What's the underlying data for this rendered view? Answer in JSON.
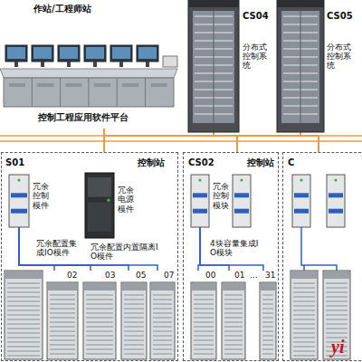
{
  "diagram": {
    "nodes": [
      {
        "text": [
          "作站/工程师站",
          "控制工程应用软件平台"
        ]
      },
      {
        "text": [
          "CS04",
          "分布式控制系统"
        ]
      },
      {
        "text": [
          "CS05",
          "分布式控制系统"
        ]
      },
      {
        "text": [
          "S01",
          "控制站"
        ]
      },
      {
        "text": [
          "冗余控制模件"
        ],
        "in": 3
      },
      {
        "text": [
          "冗余电源模件"
        ],
        "in": 3
      },
      {
        "text": [
          "02"
        ],
        "in": 3
      },
      {
        "text": [
          "03"
        ],
        "in": 3
      },
      {
        "text": [
          "05"
        ],
        "in": 3
      },
      {
        "text": [
          "07"
        ],
        "in": 3
      },
      {
        "text": [
          "CS02",
          "控制站"
        ]
      },
      {
        "text": [
          "冗余控制模块"
        ],
        "in": 10
      },
      {
        "text": [
          "00"
        ],
        "in": 10
      },
      {
        "text": [
          "01"
        ],
        "in": 10
      },
      {
        "text": [
          "31"
        ],
        "in": 10
      },
      {
        "text": [
          "C"
        ]
      }
    ],
    "edges": [
      {
        "from": 0,
        "to": 1,
        "arrow": "none"
      },
      {
        "from": 0,
        "to": 2,
        "arrow": "none"
      },
      {
        "from": 0,
        "to": 3,
        "arrow": "none"
      },
      {
        "from": 0,
        "to": 10,
        "arrow": "none"
      },
      {
        "from": 0,
        "to": 15,
        "arrow": "none"
      },
      {
        "from": 4,
        "to": 6,
        "arrow": "none"
      },
      {
        "from": 4,
        "to": 7,
        "arrow": "none"
      },
      {
        "from": 4,
        "to": 8,
        "arrow": "none"
      },
      {
        "from": 4,
        "to": 9,
        "arrow": "none"
      },
      {
        "from": 11,
        "to": 12,
        "arrow": "none"
      },
      {
        "from": 11,
        "to": 13,
        "arrow": "none"
      },
      {
        "from": 11,
        "to": 14,
        "arrow": "none"
      }
    ],
    "labels": [
      "冗余配置集成IO模件",
      "冗余配置内置隔离IO模件",
      "4块容量集成IO模块",
      "...",
      "yi"
    ]
  }
}
